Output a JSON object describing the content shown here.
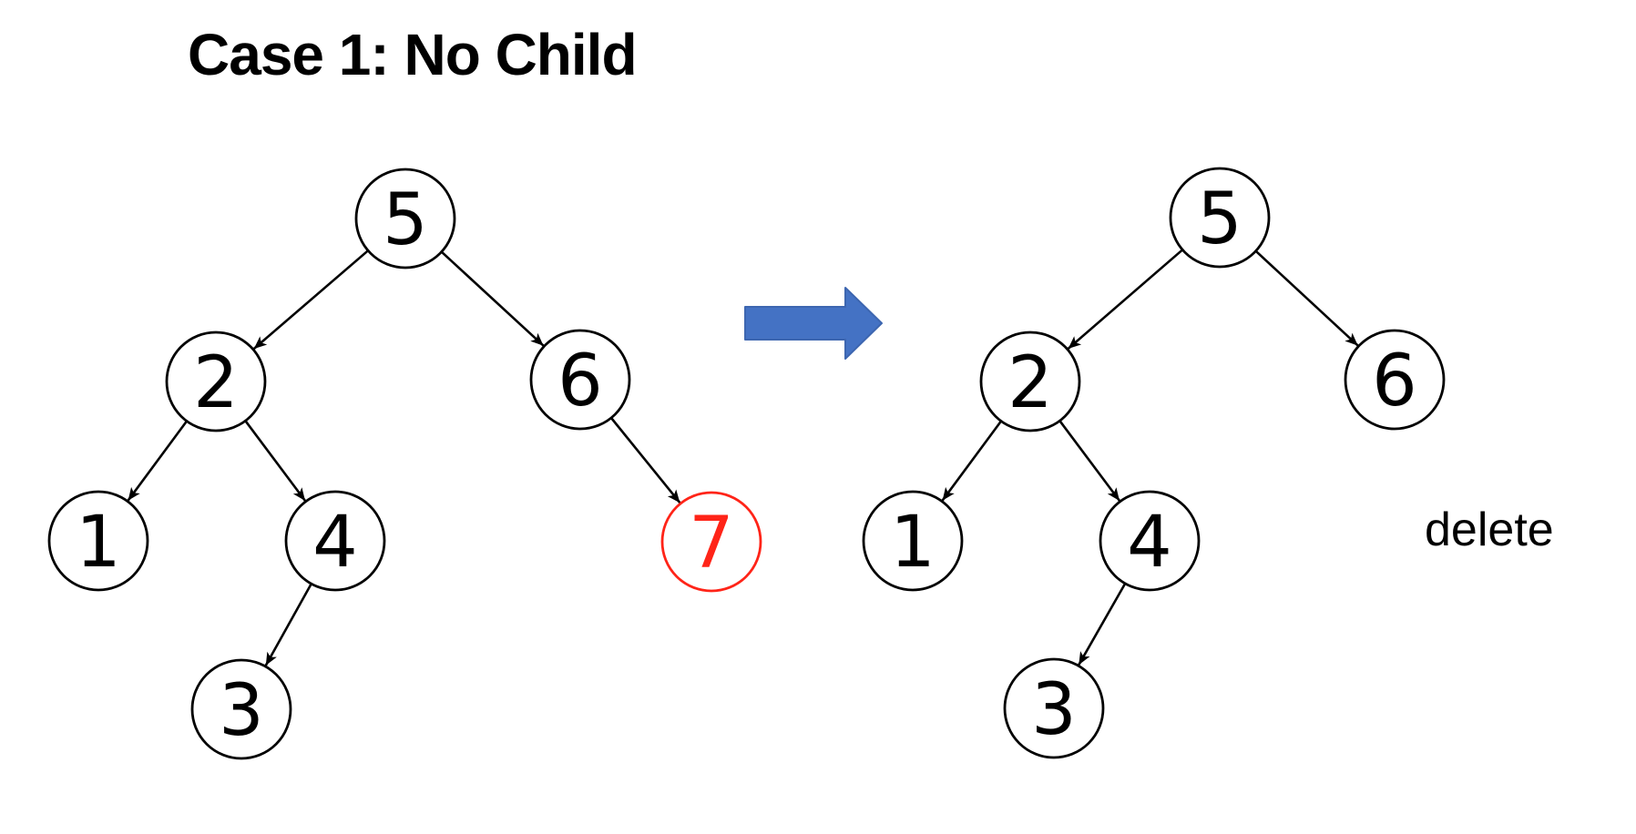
{
  "title": "Case 1: No Child",
  "labels": {
    "delete": "delete"
  },
  "colors": {
    "background": "#ffffff",
    "ink": "#000000",
    "highlight_red": "#ff2418",
    "arrow_blue": "#4472c4",
    "arrow_blue_border": "#3d66b0"
  },
  "diagram": {
    "kind": "binary-search-tree-deletion",
    "case": "no-child",
    "deleted_value": "7",
    "trees": [
      {
        "id": "before",
        "nodes": [
          {
            "id": "b5",
            "value": "5",
            "highlighted": false
          },
          {
            "id": "b2",
            "value": "2",
            "highlighted": false
          },
          {
            "id": "b6",
            "value": "6",
            "highlighted": false
          },
          {
            "id": "b1",
            "value": "1",
            "highlighted": false
          },
          {
            "id": "b4",
            "value": "4",
            "highlighted": false
          },
          {
            "id": "b3",
            "value": "3",
            "highlighted": false
          },
          {
            "id": "b7",
            "value": "7",
            "highlighted": true
          }
        ],
        "edges": [
          [
            "b5",
            "b2"
          ],
          [
            "b5",
            "b6"
          ],
          [
            "b2",
            "b1"
          ],
          [
            "b2",
            "b4"
          ],
          [
            "b6",
            "b7"
          ],
          [
            "b4",
            "b3"
          ]
        ]
      },
      {
        "id": "after",
        "nodes": [
          {
            "id": "a5",
            "value": "5",
            "highlighted": false
          },
          {
            "id": "a2",
            "value": "2",
            "highlighted": false
          },
          {
            "id": "a6",
            "value": "6",
            "highlighted": false
          },
          {
            "id": "a1",
            "value": "1",
            "highlighted": false
          },
          {
            "id": "a4",
            "value": "4",
            "highlighted": false
          },
          {
            "id": "a3",
            "value": "3",
            "highlighted": false
          }
        ],
        "edges": [
          [
            "a5",
            "a2"
          ],
          [
            "a5",
            "a6"
          ],
          [
            "a2",
            "a1"
          ],
          [
            "a2",
            "a4"
          ],
          [
            "a4",
            "a3"
          ]
        ]
      }
    ],
    "transition": "before-to-after"
  }
}
